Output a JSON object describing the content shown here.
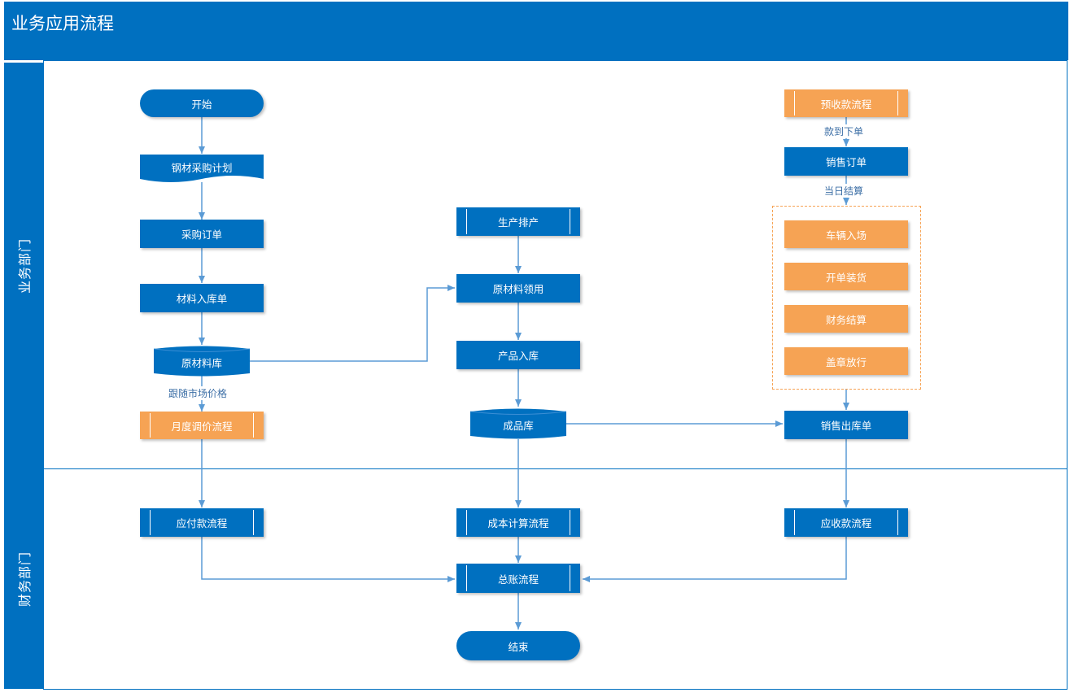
{
  "title": "业务应用流程",
  "lanes": {
    "business": "业务部门",
    "finance": "财务部门"
  },
  "nodes": {
    "start": "开始",
    "steel_plan": "钢材采购计划",
    "purchase_order": "采购订单",
    "material_in": "材料入库单",
    "material_stock": "原材料库",
    "monthly_price": "月度调价流程",
    "production_schedule": "生产排产",
    "material_issue": "原材料领用",
    "product_in": "产品入库",
    "product_stock": "成品库",
    "prepay_flow": "预收款流程",
    "sales_order": "销售订单",
    "vehicle_entry": "车辆入场",
    "open_loading": "开单装货",
    "finance_settle": "财务结算",
    "stamp_release": "盖章放行",
    "sales_out": "销售出库单",
    "payable_flow": "应付款流程",
    "cost_flow": "成本计算流程",
    "receivable_flow": "应收款流程",
    "ledger_flow": "总账流程",
    "end": "结束"
  },
  "edge_labels": {
    "follow_market": "跟随市场价格",
    "payment_order": "款到下单",
    "same_day": "当日结算"
  },
  "colors": {
    "primary": "#0070C0",
    "accent": "#F6A354",
    "connector": "#5B9BD5"
  }
}
